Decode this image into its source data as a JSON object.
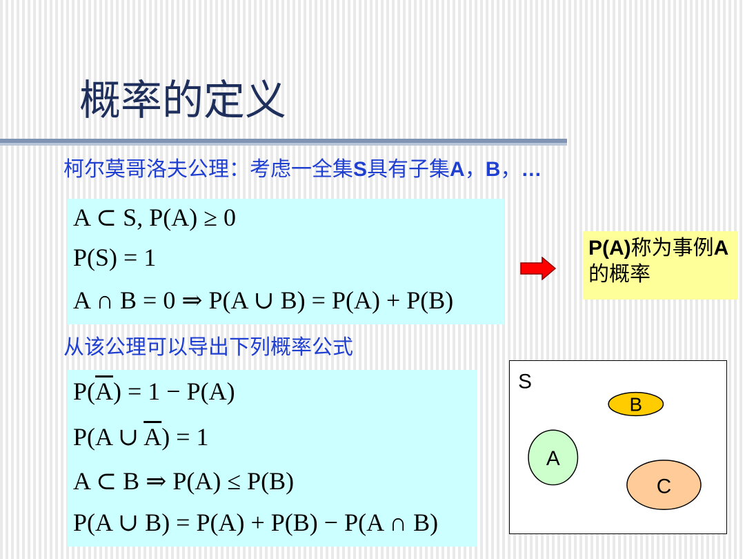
{
  "slide": {
    "title": "概率的定义",
    "axiom_line": {
      "text_a": "柯尔莫哥洛夫公理：考虑一全集",
      "set_s": "S",
      "text_b": "具有子集",
      "set_a": "A",
      "sep1": "，",
      "set_b": "B",
      "sep2": "，",
      "ellipsis": "…"
    },
    "axioms": [
      "A ⊂ S, P(A) ≥ 0",
      "P(S) = 1",
      "A ∩ B = 0 ⇒ P(A ∪ B) = P(A) + P(B)"
    ],
    "note": {
      "part1": "P(A)",
      "part2": "称为事例",
      "part3": "A",
      "part4": "的概率"
    },
    "derived_heading": "从该公理可以导出下列概率公式",
    "formulas": {
      "f1": {
        "pre": "P(",
        "bar": "A",
        "post": ") = 1 − P(A)"
      },
      "f2": {
        "pre": "P(A ∪ ",
        "bar": "A",
        "post": ") = 1"
      },
      "f3": "A ⊂ B ⇒ P(A) ≤ P(B)",
      "f4": "P(A ∪ B) = P(A) + P(B) − P(A ∩ B)"
    },
    "venn": {
      "universe_label": "S",
      "sets": [
        {
          "label": "A",
          "fill": "#ccffcc"
        },
        {
          "label": "B",
          "fill": "#ffcc00"
        },
        {
          "label": "C",
          "fill": "#ffcc99"
        }
      ]
    },
    "colors": {
      "title": "#1f2f5c",
      "blue_text": "#1f3fd0",
      "math_box": "#ccffff",
      "note_box": "#ffff99",
      "arrow": "#ff0000"
    }
  }
}
